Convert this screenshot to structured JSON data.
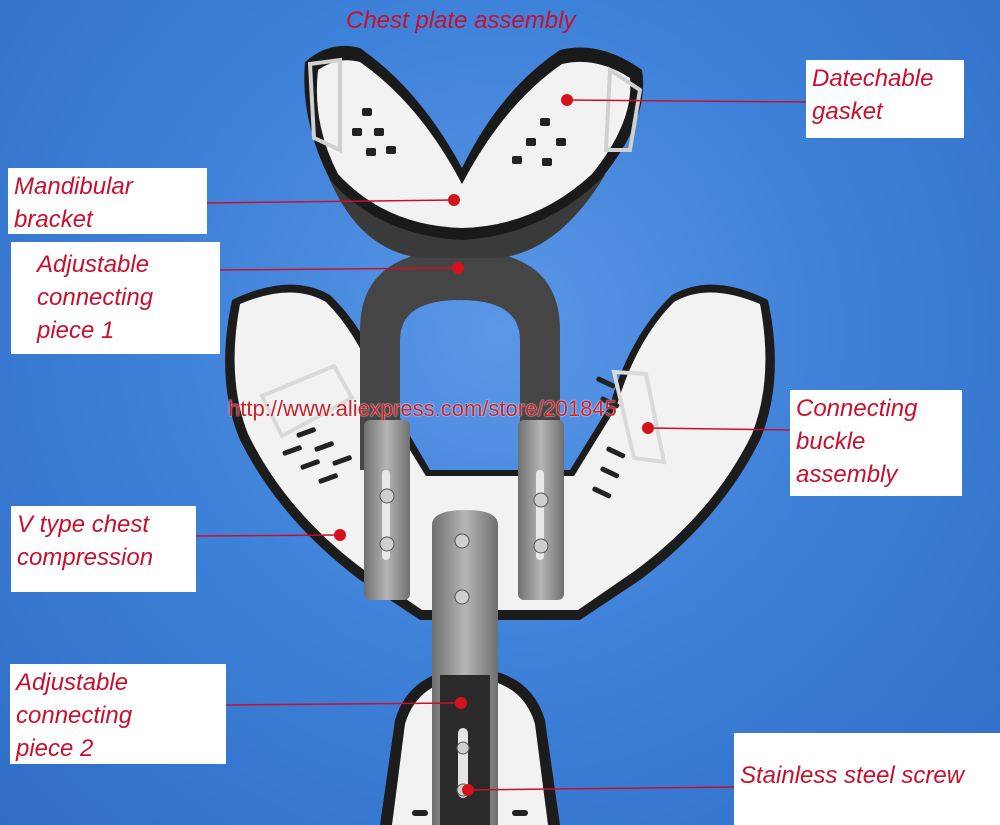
{
  "labels": {
    "chest_plate_assembly": "Chest plate assembly",
    "detachable_gasket": "Datechable\ngasket",
    "mandibular_bracket": "Mandibular\nbracket",
    "adjustable_piece_1": "Adjustable\nconnecting\npiece 1",
    "connecting_buckle": "Connecting\nbuckle\nassembly",
    "v_type_chest": "V type chest\ncompression",
    "adjustable_piece_2": "Adjustable\nconnecting\npiece 2",
    "stainless_screw": "Stainless steel screw"
  },
  "watermark": "http://www.aliexpress.com/store/201845",
  "colors": {
    "label_text": "#c8102e",
    "leader_line": "#c8102e",
    "background": "#3f82d9",
    "plate_white": "#f2f2f2",
    "frame_dark": "#3a3a3a",
    "metal": "#8e8e8e"
  }
}
